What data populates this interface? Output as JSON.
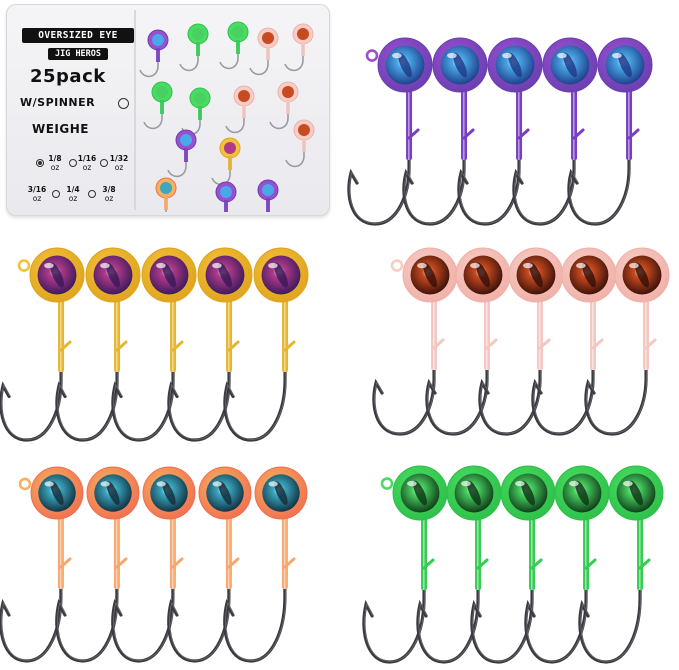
{
  "package": {
    "brand": "OVERSIZED EYE",
    "sub_brand": "JIG HEROS",
    "count": "25pack",
    "spinner_label": "W/SPINNER",
    "weight_title": "WEIGHE",
    "weights": [
      {
        "value": "1/8",
        "unit": "oz",
        "selected": true
      },
      {
        "value": "1/16",
        "unit": "oz",
        "selected": false
      },
      {
        "value": "1/32",
        "unit": "oz",
        "selected": false
      },
      {
        "value": "3/16",
        "unit": "oz",
        "selected": false
      },
      {
        "value": "1/4",
        "unit": "oz",
        "selected": false
      },
      {
        "value": "3/8",
        "unit": "oz",
        "selected": false
      }
    ]
  },
  "jig_groups": [
    {
      "name": "purple-blue",
      "count": 5,
      "head_color": "#6a3fb0",
      "ring_color": "#9a4fd0",
      "shank_color": "#7a3fc0",
      "eye_color": "#49a8e8",
      "pupil_color": "#1f3d8a"
    },
    {
      "name": "yellow",
      "count": 5,
      "head_color": "#e0a31c",
      "ring_color": "#f2c23a",
      "shank_color": "#e6b630",
      "eye_color": "#b03a8a",
      "pupil_color": "#3a1a5a"
    },
    {
      "name": "pink",
      "count": 5,
      "head_color": "#f0b0a8",
      "ring_color": "#f7cdc6",
      "shank_color": "#f4c8c2",
      "eye_color": "#c84a20",
      "pupil_color": "#3a1008"
    },
    {
      "name": "orange",
      "count": 5,
      "head_color": "#f07050",
      "ring_color": "#f7b060",
      "shank_color": "#f7a870",
      "eye_color": "#3aa8c0",
      "pupil_color": "#123040"
    },
    {
      "name": "green",
      "count": 5,
      "head_color": "#2ec04a",
      "ring_color": "#48dd62",
      "shank_color": "#36cc54",
      "eye_color": "#48d060",
      "pupil_color": "#0e3a18"
    }
  ],
  "colors": {
    "hook": "#3a3a40",
    "hook_highlight": "#8a8a92",
    "background": "#ffffff"
  }
}
